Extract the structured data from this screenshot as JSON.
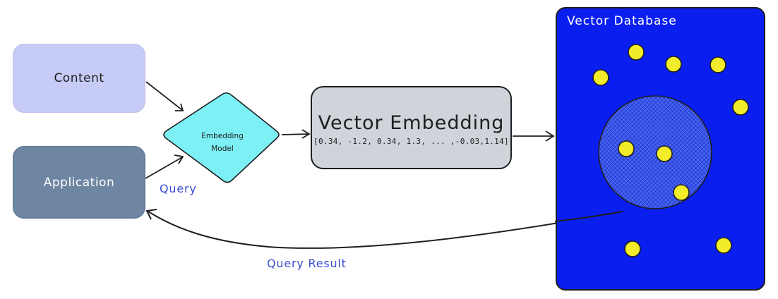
{
  "nodes": {
    "content": "Content",
    "application": "Application",
    "embedding_model": [
      "Embedding",
      "Model"
    ],
    "vector_embedding": {
      "title": "Vector Embedding",
      "values": "[0.34, -1.2, 0.34, 1.3, ... ,-0.03,1.14]"
    },
    "vector_database": "Vector Database"
  },
  "edges": {
    "query": "Query",
    "query_result": "Query Result"
  },
  "colors": {
    "content_fill": "#c7ccf6",
    "application_fill": "#6f86a3",
    "embedding_model_fill": "#7df0f5",
    "vector_embedding_fill": "#ced4da",
    "vector_database_fill": "#0a1ef0",
    "cluster_fill": "#3a57e8",
    "point_fill": "#f2ec2b",
    "edge_label": "#3a4fd0"
  }
}
